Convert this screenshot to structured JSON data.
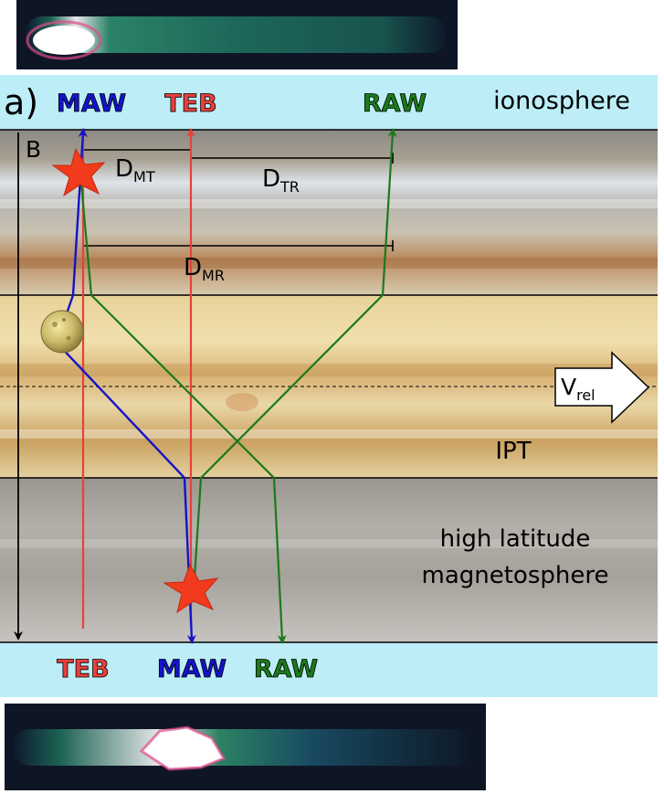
{
  "panel_label": "a)",
  "labels": {
    "ionosphere": "ionosphere",
    "ipt": "IPT",
    "high_latitude_1": "high latitude",
    "high_latitude_2": "magnetosphere",
    "b_field": "B",
    "v_main": "V",
    "v_sub": "rel"
  },
  "top_wave_labels": {
    "maw": "MAW",
    "teb": "TEB",
    "raw": "RAW"
  },
  "bottom_wave_labels": {
    "teb": "TEB",
    "maw": "MAW",
    "raw": "RAW"
  },
  "distances": {
    "mt_main": "D",
    "mt_sub": "MT",
    "tr_main": "D",
    "tr_sub": "TR",
    "mr_main": "D",
    "mr_sub": "MR"
  },
  "colors": {
    "maw": "#1414c8",
    "teb": "#e8403c",
    "raw": "#1a7a1a",
    "ionosphere_band": "#bdeef7",
    "star": "#f23a1c"
  }
}
